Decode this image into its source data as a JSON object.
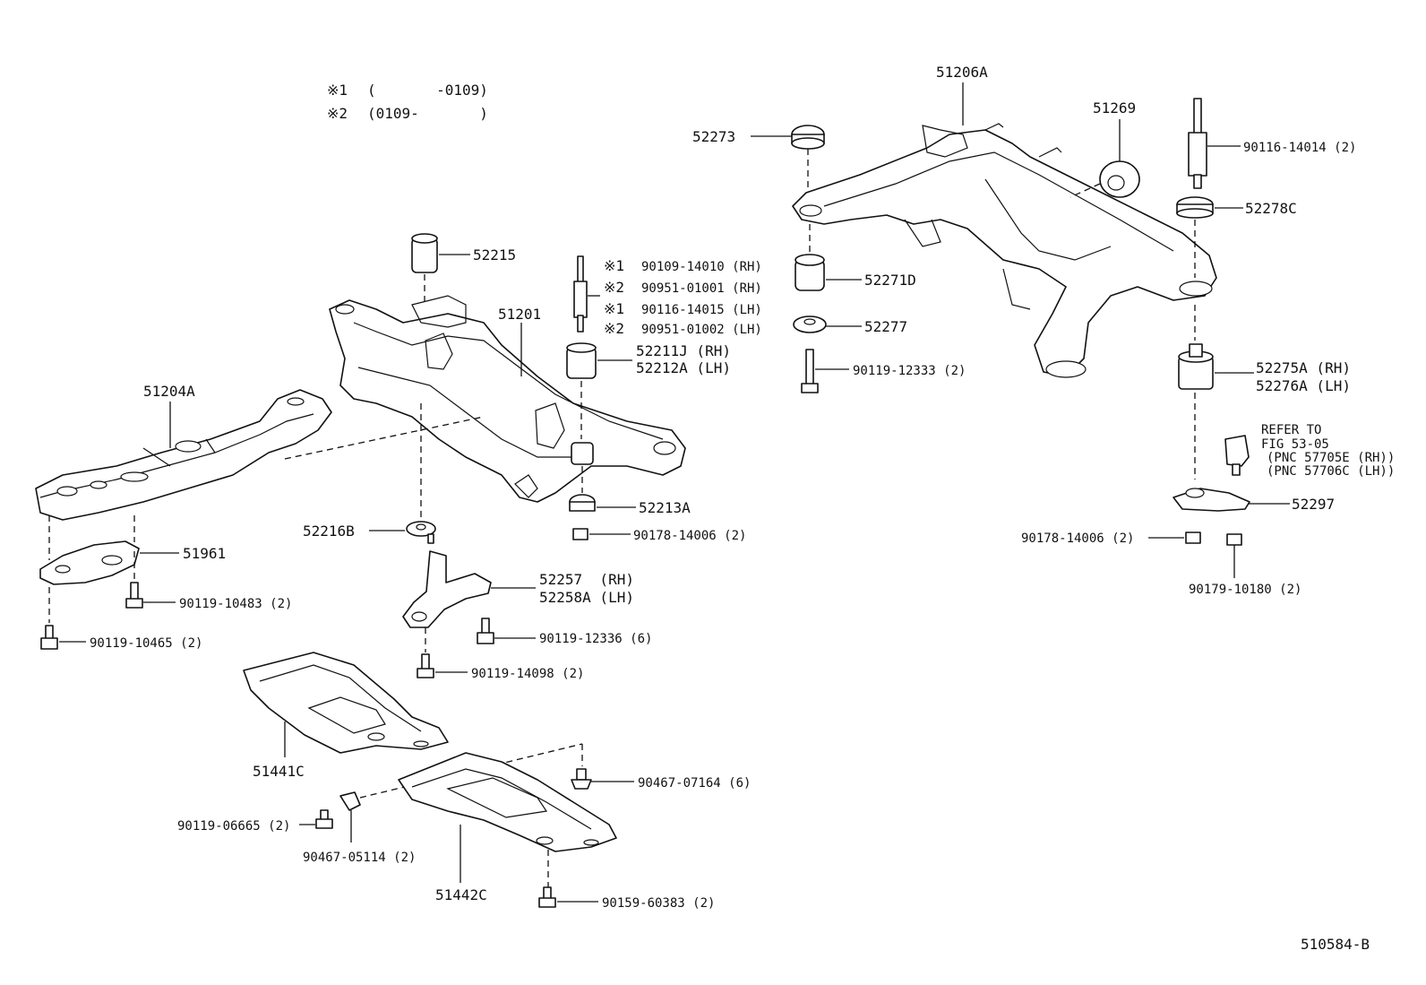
{
  "notes": [
    {
      "mark": "※1",
      "text": "(       -0109)"
    },
    {
      "mark": "※2",
      "text": "(0109-       )"
    }
  ],
  "stud_labels": [
    {
      "mark": "※1",
      "text": "90109-14010 (RH)"
    },
    {
      "mark": "※2",
      "text": "90951-01001 (RH)"
    },
    {
      "mark": "※1",
      "text": "90116-14015 (LH)"
    },
    {
      "mark": "※2",
      "text": "90951-01002 (LH)"
    }
  ],
  "labels": {
    "p51206A": "51206A",
    "p51269": "51269",
    "p52273": "52273",
    "p90116_14014": "90116-14014 (2)",
    "p52278C": "52278C",
    "p52271D": "52271D",
    "p52277": "52277",
    "p90119_12333": "90119-12333 (2)",
    "p52275A": "52275A (RH)",
    "p52276A": "52276A (LH)",
    "refer1": "REFER TO",
    "refer2": "FIG 53-05",
    "refer3": "(PNC 57705E (RH))",
    "refer4": "(PNC 57706C (LH))",
    "p52297": "52297",
    "p90178_14006_r": "90178-14006 (2)",
    "p90179_10180": "90179-10180 (2)",
    "p52215": "52215",
    "p51201": "51201",
    "p52211J": "52211J (RH)",
    "p52212A": "52212A (LH)",
    "p51204A": "51204A",
    "p52213A": "52213A",
    "p90178_14006_l": "90178-14006 (2)",
    "p52216B": "52216B",
    "p51961": "51961",
    "p52257": "52257  (RH)",
    "p52258A": "52258A (LH)",
    "p90119_10483": "90119-10483 (2)",
    "p90119_12336": "90119-12336 (6)",
    "p90119_10465": "90119-10465 (2)",
    "p90119_14098": "90119-14098 (2)",
    "p51441C": "51441C",
    "p90467_07164": "90467-07164 (6)",
    "p90119_06665": "90119-06665 (2)",
    "p90467_05114": "90467-05114 (2)",
    "p51442C": "51442C",
    "p90159_60383": "90159-60383 (2)",
    "fig_id": "510584-B"
  }
}
